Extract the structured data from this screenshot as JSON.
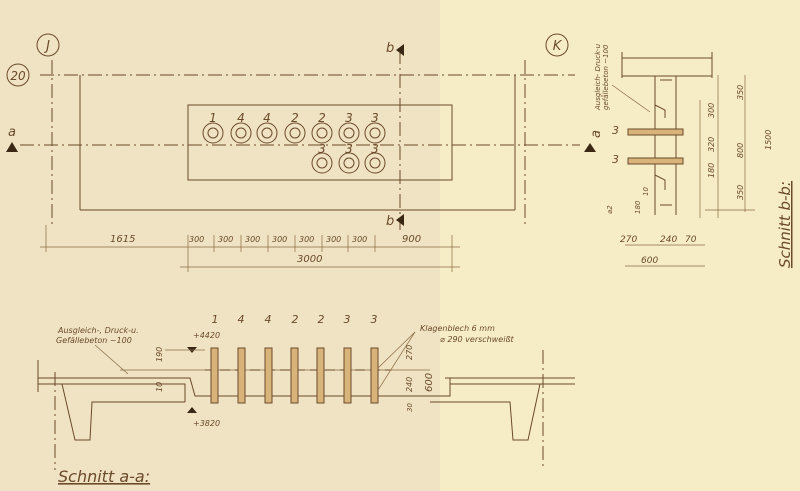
{
  "plan": {
    "grid_labels": [
      "J",
      "20",
      "K"
    ],
    "section_marks": {
      "a": "a",
      "b": "b"
    },
    "pipe_labels_top": [
      "1",
      "4",
      "4",
      "2",
      "2",
      "3",
      "3"
    ],
    "pipe_labels_bottom": [
      "3",
      "3",
      "3"
    ],
    "dimensions": {
      "left": "1615",
      "spacing": [
        "300",
        "300",
        "300",
        "300",
        "300",
        "300",
        "300"
      ],
      "right": "900",
      "total": "3000"
    }
  },
  "section_aa": {
    "title": "Schnitt a-a:",
    "pipe_labels": [
      "1",
      "4",
      "4",
      "2",
      "2",
      "3",
      "3"
    ],
    "note_left_1": "Ausgleich-, Druck-u.",
    "note_left_2": "Gefällebeton ~100",
    "level_top": "+4420",
    "level_bottom": "+3820",
    "dim_190": "190",
    "dim_10": "10",
    "note_right_1": "Klagenblech 6 mm",
    "note_right_2": "⌀ 290 verschweißt",
    "dim_270": "270",
    "dim_240": "240",
    "dim_600": "600",
    "dim_30": "30"
  },
  "section_bb": {
    "title": "Schnitt b-b:",
    "note_1": "Ausgleich- Druck-u",
    "note_2": "gefällebeton ~100",
    "pipe_labels": [
      "3",
      "3"
    ],
    "section_mark": "a",
    "dims_vertical": [
      "350",
      "300",
      "320",
      "180",
      "350",
      "800",
      "1500"
    ],
    "dims_small": [
      "10",
      "180",
      "⌀2"
    ],
    "dims_horizontal": [
      "270",
      "240",
      "70",
      "600"
    ]
  }
}
